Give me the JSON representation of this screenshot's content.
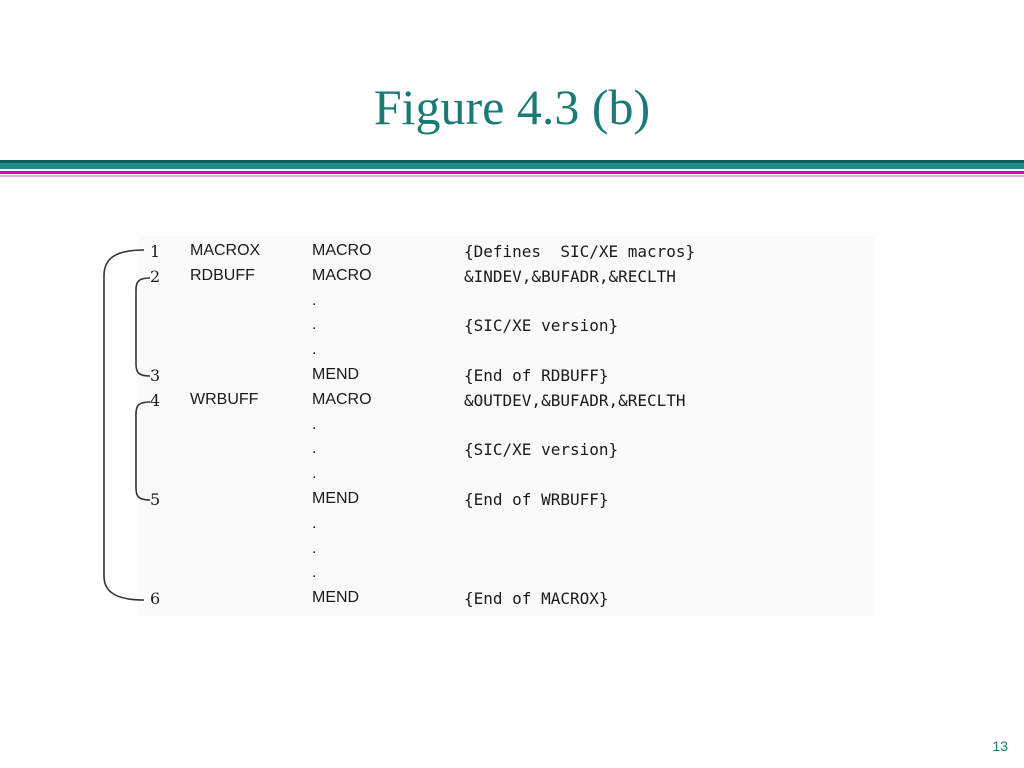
{
  "slide": {
    "title": "Figure 4.3 (b)",
    "page_number": "13"
  },
  "listing": {
    "lines": [
      {
        "num": "1",
        "label": "MACROX",
        "op": "MACRO",
        "operand": "{Defines  SIC/XE macros}"
      },
      {
        "num": "2",
        "label": "RDBUFF",
        "op": "MACRO",
        "operand": "&INDEV,&BUFADR,&RECLTH"
      },
      {
        "num": "",
        "label": "",
        "op": ".",
        "operand": ""
      },
      {
        "num": "",
        "label": "",
        "op": ".",
        "operand": "{SIC/XE version}"
      },
      {
        "num": "",
        "label": "",
        "op": ".",
        "operand": ""
      },
      {
        "num": "3",
        "label": "",
        "op": "MEND",
        "operand": "{End of RDBUFF}"
      },
      {
        "num": "4",
        "label": "WRBUFF",
        "op": "MACRO",
        "operand": "&OUTDEV,&BUFADR,&RECLTH"
      },
      {
        "num": "",
        "label": "",
        "op": ".",
        "operand": ""
      },
      {
        "num": "",
        "label": "",
        "op": ".",
        "operand": "{SIC/XE version}"
      },
      {
        "num": "",
        "label": "",
        "op": ".",
        "operand": ""
      },
      {
        "num": "5",
        "label": "",
        "op": "MEND",
        "operand": "{End of WRBUFF}"
      },
      {
        "num": "",
        "label": "",
        "op": ".",
        "operand": ""
      },
      {
        "num": "",
        "label": "",
        "op": ".",
        "operand": ""
      },
      {
        "num": "",
        "label": "",
        "op": ".",
        "operand": ""
      },
      {
        "num": "6",
        "label": "",
        "op": "MEND",
        "operand": "{End of MACROX}"
      }
    ]
  }
}
